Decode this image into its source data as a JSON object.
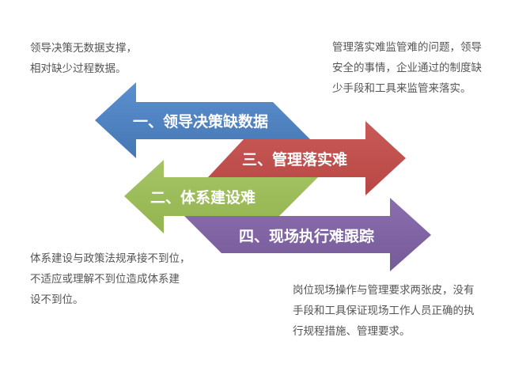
{
  "arrows": [
    {
      "label": "一、领导决策缺数据",
      "color": "#4f81bd",
      "direction": "left"
    },
    {
      "label": "三、管理落实难",
      "color": "#c0504d",
      "direction": "right"
    },
    {
      "label": "二、体系建设难",
      "color": "#9bbb59",
      "direction": "left"
    },
    {
      "label": "四、现场执行难跟踪",
      "color": "#8064a2",
      "direction": "right"
    }
  ],
  "notes": {
    "top_left": [
      "领导决策无数据支撑，",
      "相对缺少过程数据。"
    ],
    "top_right": [
      "管理落实难监管难的问题，领导",
      "安全的事情，企业通过的制度缺",
      "少手段和工具来监管来落实。"
    ],
    "bottom_left": [
      "体系建设与政策法规承接不到位，",
      "不适应或理解不到位造成体系建",
      "设不到位。"
    ],
    "bottom_right": [
      "岗位现场操作与管理要求两张皮，没有",
      "手段和工具保证现场工作人员正确的执",
      "行规程措施、管理要求。"
    ]
  }
}
